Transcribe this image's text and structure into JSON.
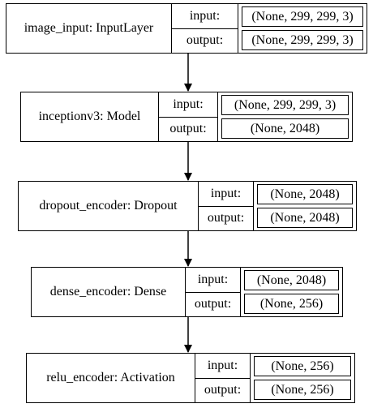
{
  "labels": {
    "input": "input:",
    "output": "output:"
  },
  "layers": [
    {
      "name": "image_input: InputLayer",
      "input_shape": "(None, 299, 299, 3)",
      "output_shape": "(None, 299, 299, 3)"
    },
    {
      "name": "inceptionv3: Model",
      "input_shape": "(None, 299, 299, 3)",
      "output_shape": "(None, 2048)"
    },
    {
      "name": "dropout_encoder: Dropout",
      "input_shape": "(None, 2048)",
      "output_shape": "(None, 2048)"
    },
    {
      "name": "dense_encoder: Dense",
      "input_shape": "(None, 2048)",
      "output_shape": "(None, 256)"
    },
    {
      "name": "relu_encoder: Activation",
      "input_shape": "(None, 256)",
      "output_shape": "(None, 256)"
    }
  ]
}
